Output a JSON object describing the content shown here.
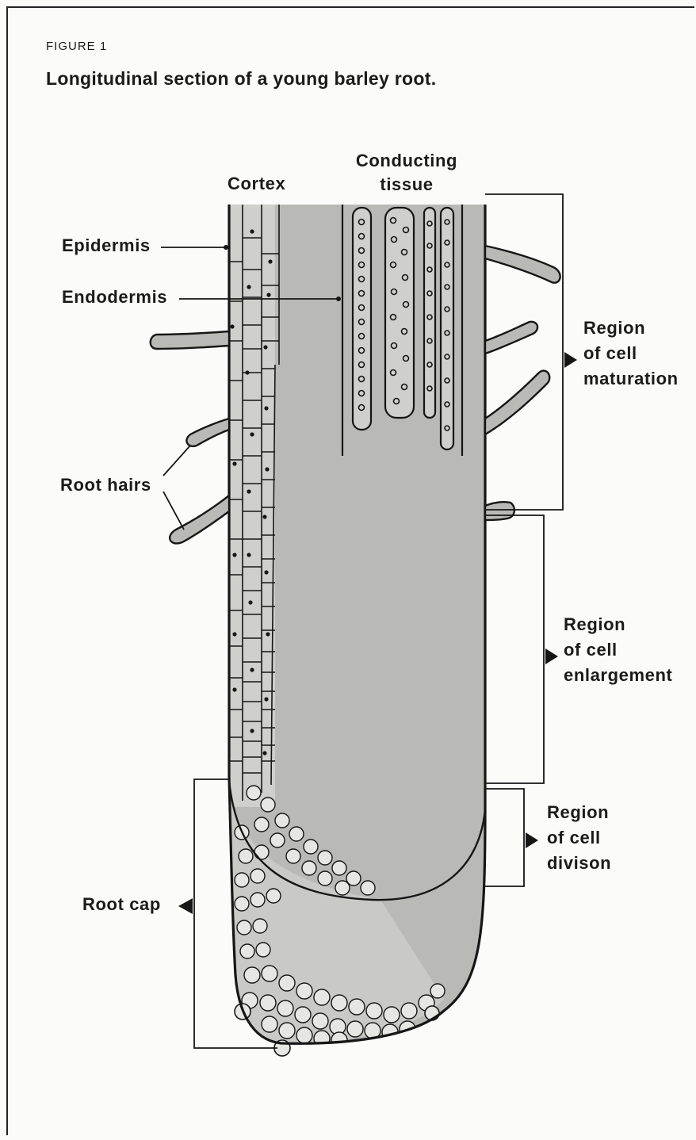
{
  "figure": {
    "label": "FIGURE 1",
    "title": "Longitudinal section of a young barley root."
  },
  "labels": {
    "cortex": "Cortex",
    "conducting_line1": "Conducting",
    "conducting_line2": "tissue",
    "epidermis": "Epidermis",
    "endodermis": "Endodermis",
    "root_hairs": "Root hairs",
    "root_cap": "Root cap",
    "maturation": [
      "Region",
      "of cell",
      "maturation"
    ],
    "enlargement": [
      "Region",
      "of cell",
      "enlargement"
    ],
    "division": [
      "Region",
      "of cell",
      "divison"
    ]
  },
  "colors": {
    "tissue_fill": "#b9b9b5",
    "outline": "#161616",
    "background": "#fbfbf9"
  }
}
